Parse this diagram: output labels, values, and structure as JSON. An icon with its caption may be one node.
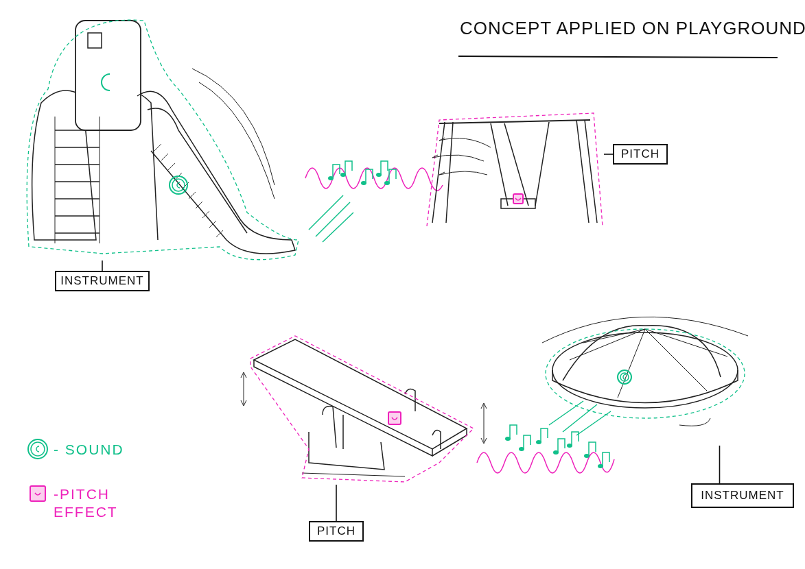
{
  "diagram": {
    "title": "CONCEPT APPLIED ON PLAYGROUND",
    "nodes": [
      {
        "text": [],
        "shape": "picture"
      },
      {
        "text": [
          "INSTRUMENT"
        ]
      },
      {
        "text": [],
        "shape": "picture"
      },
      {
        "text": [
          "PITCH"
        ]
      },
      {
        "text": [],
        "shape": "picture"
      },
      {
        "text": [
          "PITCH"
        ]
      },
      {
        "text": [],
        "shape": "picture"
      },
      {
        "text": [
          "INSTRUMENT"
        ]
      }
    ],
    "edges": [
      {
        "from": 1,
        "to": 0,
        "arrow": "none"
      },
      {
        "from": 3,
        "to": 2,
        "arrow": "none"
      },
      {
        "from": 5,
        "to": 4,
        "arrow": "none"
      },
      {
        "from": 7,
        "to": 6,
        "arrow": "none"
      }
    ],
    "legend": [
      {
        "text": "- SOUND"
      },
      {
        "text": "-PITCH EFFECT"
      }
    ]
  }
}
